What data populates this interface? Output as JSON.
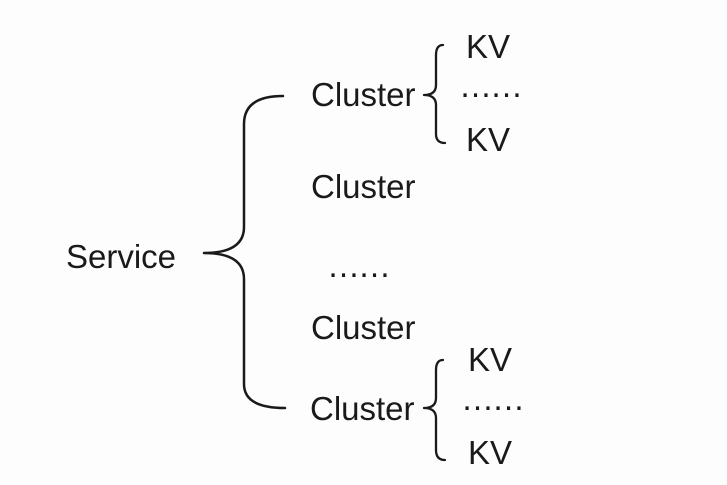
{
  "diagram": {
    "root": {
      "label": "Service"
    },
    "clusters": [
      {
        "label": "Cluster",
        "children": [
          "KV",
          "……",
          "KV"
        ]
      },
      {
        "label": "Cluster"
      },
      {
        "label": "……"
      },
      {
        "label": "Cluster"
      },
      {
        "label": "Cluster",
        "children": [
          "KV",
          "……",
          "KV"
        ]
      }
    ],
    "colors": {
      "text": "#1a1a1a",
      "line": "#1a1a1a",
      "background": "#fdfdfd"
    }
  }
}
